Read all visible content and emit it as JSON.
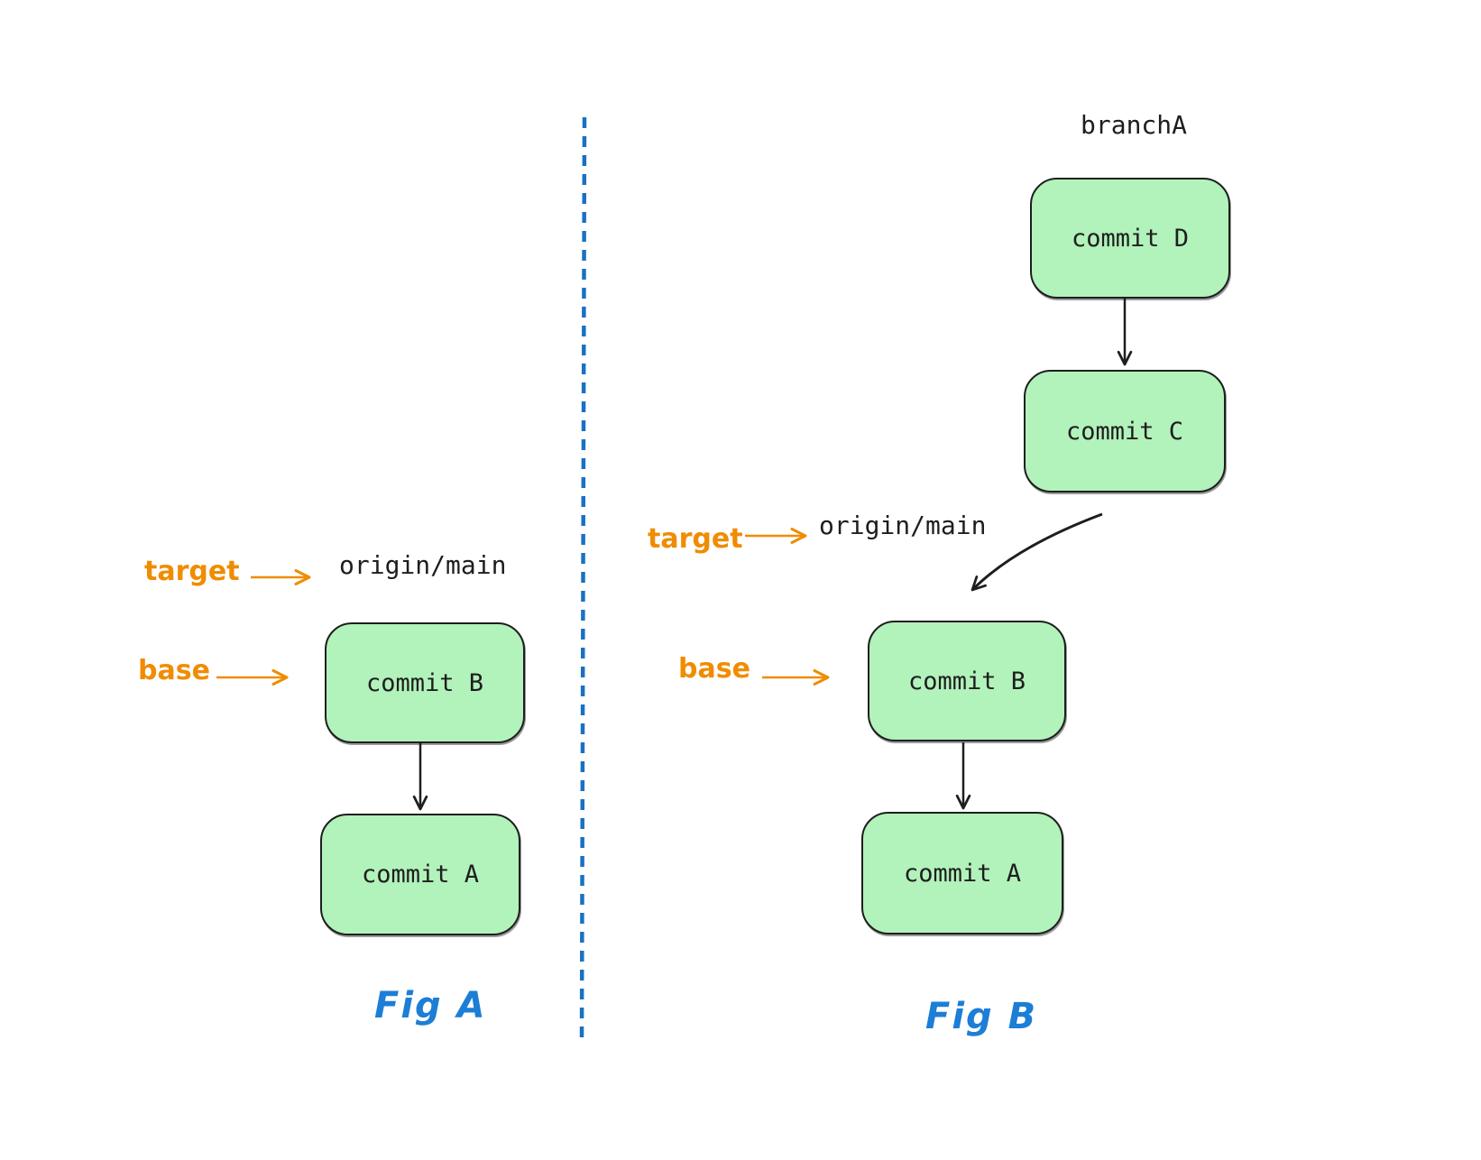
{
  "diagram": {
    "type": "git-rebase-illustration",
    "colors": {
      "background": "#ffffff",
      "commit_box_fill": "#b2f2bb",
      "commit_box_border": "#1e1e1e",
      "code_text": "#1e1e1e",
      "pointer_label_orange": "#f08c00",
      "divider_blue": "#1971c2",
      "caption_blue": "#1c7ed6"
    },
    "divider": {
      "style": "dashed-vertical-line"
    }
  },
  "fig_a": {
    "caption": "Fig A",
    "target_label": "target",
    "base_label": "base",
    "branch_ref": "origin/main",
    "commits": [
      {
        "label": "commit B"
      },
      {
        "label": "commit A"
      }
    ],
    "edges": [
      {
        "from": "target",
        "to": "origin/main",
        "color": "orange"
      },
      {
        "from": "base",
        "to": "commit B",
        "color": "orange"
      },
      {
        "from": "commit B",
        "to": "commit A",
        "color": "dark"
      }
    ]
  },
  "fig_b": {
    "caption": "Fig B",
    "branch_label": "branchA",
    "target_label": "target",
    "base_label": "base",
    "branch_ref": "origin/main",
    "commits": [
      {
        "label": "commit D"
      },
      {
        "label": "commit C"
      },
      {
        "label": "commit B"
      },
      {
        "label": "commit A"
      }
    ],
    "edges": [
      {
        "from": "commit D",
        "to": "commit C",
        "color": "dark"
      },
      {
        "from": "commit C",
        "to": "commit B",
        "color": "dark",
        "shape": "curved"
      },
      {
        "from": "target",
        "to": "origin/main",
        "color": "orange"
      },
      {
        "from": "base",
        "to": "commit B",
        "color": "orange"
      },
      {
        "from": "commit B",
        "to": "commit A",
        "color": "dark"
      }
    ]
  }
}
